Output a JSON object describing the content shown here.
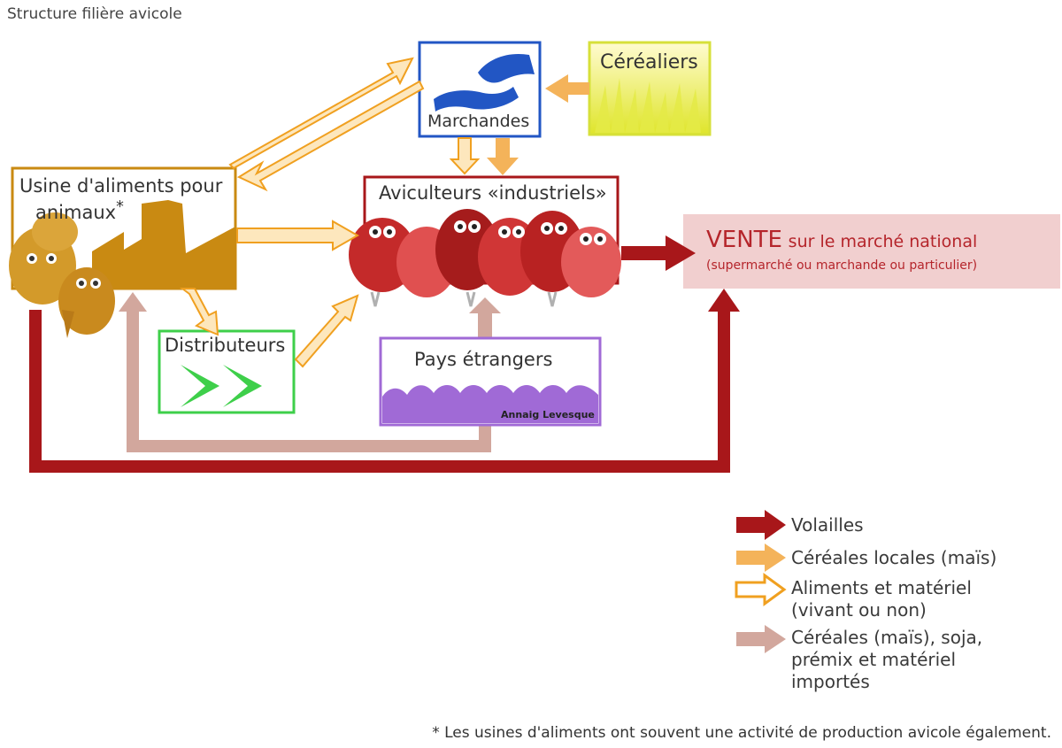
{
  "title": "Structure filière avicole",
  "nodes": {
    "marchandes": "Marchandes",
    "cerealiers": "Céréaliers",
    "usine_line1": "Usine d'aliments pour",
    "usine_line2": "animaux",
    "usine_star": "*",
    "aviculteurs": "Aviculteurs «industriels»",
    "vente_main": "VENTE",
    "vente_rest": "sur le marché national",
    "vente_sub": "(supermarché ou marchande ou particulier)",
    "distributeurs": "Distributeurs",
    "pays": "Pays étrangers",
    "credit": "Annaig Levesque"
  },
  "legend": [
    {
      "label": "Volailles",
      "color": "#a8171a",
      "style": "solid"
    },
    {
      "label": "Céréales locales (maïs)",
      "color": "#f4b35a",
      "style": "solid"
    },
    {
      "label": "Aliments et matériel (vivant ou non)",
      "color": "#f0a020",
      "style": "outline"
    },
    {
      "label": "Céréales (maïs), soja, prémix et matériel importés",
      "color": "#d2a79d",
      "style": "solid"
    }
  ],
  "footnote": "* Les usines d'aliments ont souvent une activité de production avicole également.",
  "colors": {
    "volailles": "#a8171a",
    "cereales_locales": "#f4b35a",
    "aliments": "#f0a020",
    "importes": "#d2a79d",
    "usine": "#c98a12",
    "marchandes": "#2256c4",
    "cerealiers": "#d7e03a",
    "distributeurs": "#3ecf4a",
    "pays": "#a06ad6",
    "vente_bg": "#f1cfcf"
  }
}
